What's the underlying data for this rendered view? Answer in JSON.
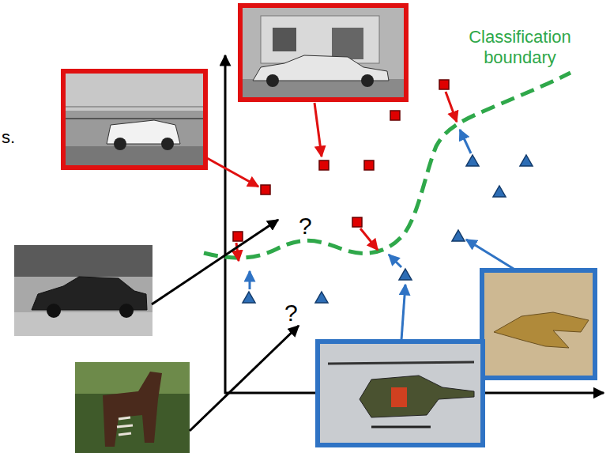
{
  "diagram": {
    "labels": [
      "s.",
      "Classification boundary",
      "?",
      "?"
    ]
  }
}
